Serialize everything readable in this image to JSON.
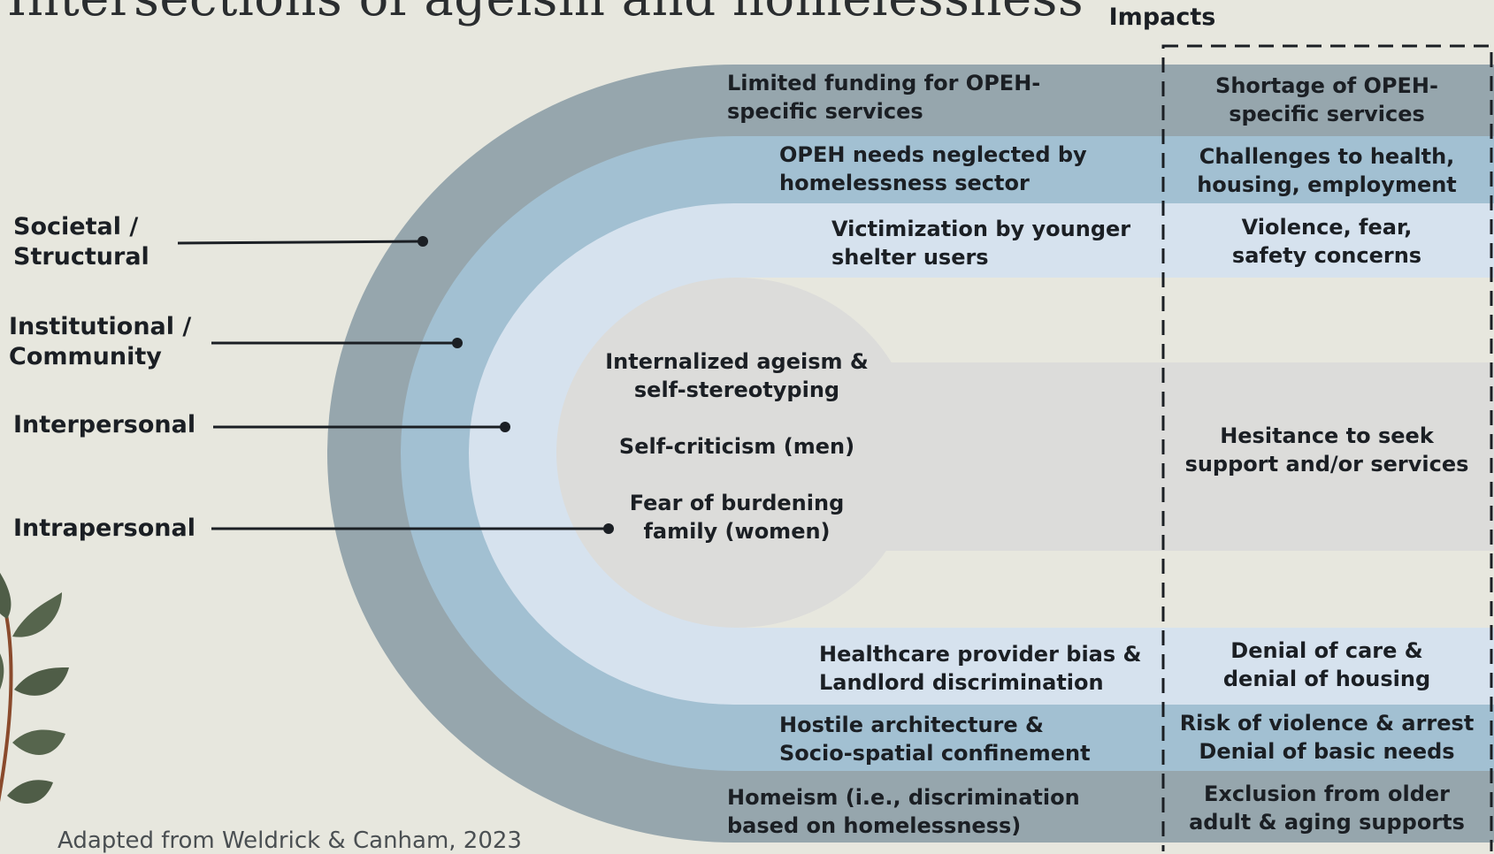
{
  "title": "Intersections of ageism and homelessness",
  "impacts_header": "Impacts",
  "levels": [
    {
      "label": "Societal /\nStructural"
    },
    {
      "label": "Institutional /\nCommunity"
    },
    {
      "label": "Interpersonal"
    },
    {
      "label": "Intrapersonal"
    }
  ],
  "causes": {
    "societal_top": "Limited funding for OPEH-\nspecific services",
    "institutional_top": "OPEH needs neglected by\nhomelessness sector",
    "interpersonal_top": "Victimization by younger\nshelter users",
    "interpersonal_bottom": "Healthcare provider bias &\nLandlord discrimination",
    "institutional_bottom": "Hostile architecture &\nSocio-spatial confinement",
    "societal_bottom": "Homeism (i.e., discrimination\nbased on homelessness)"
  },
  "intrapersonal": [
    "Internalized ageism &\nself-stereotyping",
    "Self-criticism (men)",
    "Fear of burdening\nfamily (women)"
  ],
  "impacts": {
    "societal_top": "Shortage of OPEH-\nspecific services",
    "institutional_top": "Challenges to health,\nhousing, employment",
    "interpersonal_top": "Violence, fear,\nsafety concerns",
    "intrapersonal": "Hesitance to seek\nsupport and/or services",
    "interpersonal_bottom": "Denial of care &\ndenial of housing",
    "institutional_bottom": "Risk of violence & arrest\nDenial of basic needs",
    "societal_bottom": "Exclusion from older\nadult & aging supports"
  },
  "citation": "Adapted from Weldrick & Canham, 2023",
  "colors": {
    "background": "#e7e7de",
    "societal": "#96a6ad",
    "institutional": "#a2c0d2",
    "interpersonal": "#d6e2ee",
    "intrapersonal": "#dcdcda",
    "ink": "#1b1f24"
  }
}
